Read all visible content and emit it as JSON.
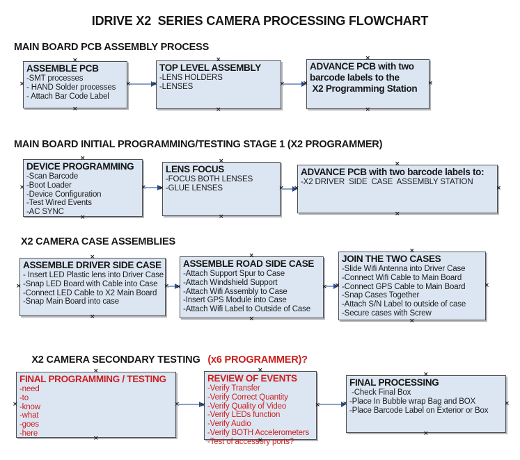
{
  "title": "IDRIVE X2  SERIES CAMERA PROCESSING FLOWCHART",
  "colors": {
    "box_fill": "#dce6f2",
    "box_border": "#4f4f4f",
    "red_text": "#cc1f1f",
    "connector_line": "#8aa0c4",
    "connector_arrowhead": "#2c4a8c"
  },
  "sections": [
    {
      "header": "MAIN BOARD PCB ASSEMBLY PROCESS",
      "boxes": [
        {
          "title": "ASSEMBLE PCB",
          "lines": [
            "-SMT processes",
            "- HAND Solder processes",
            "- Attach Bar Code Label"
          ]
        },
        {
          "title": "TOP LEVEL ASSEMBLY",
          "lines": [
            "-LENS HOLDERS",
            "-LENSES"
          ]
        },
        {
          "title": "ADVANCE PCB with two\nbarcode labels to the\n X2 Programming Station",
          "lines": []
        }
      ]
    },
    {
      "header": "MAIN BOARD INITIAL PROGRAMMING/TESTING STAGE 1 (X2 PROGRAMMER)",
      "boxes": [
        {
          "title": "DEVICE PROGRAMMING",
          "lines": [
            "-Scan Barcode",
            "-Boot Loader",
            "-Device Configuration",
            "-Test Wired Events",
            "-AC SYNC"
          ]
        },
        {
          "title": "LENS FOCUS",
          "lines": [
            "-FOCUS BOTH LENSES",
            "-GLUE LENSES"
          ]
        },
        {
          "title": "ADVANCE PCB with two barcode labels to:",
          "lines": [
            "-X2 DRIVER  SIDE  CASE  ASSEMBLY STATION"
          ]
        }
      ]
    },
    {
      "header": "X2 CAMERA CASE ASSEMBLIES",
      "boxes": [
        {
          "title": "ASSEMBLE DRIVER SIDE CASE",
          "lines": [
            "- Insert LED Plastic lens into Driver Case",
            "-Snap LED Board with Cable into Case",
            "-Connect LED Cable to X2 Main Board",
            "-Snap Main Board into case"
          ]
        },
        {
          "title": "ASSEMBLE ROAD SIDE CASE",
          "lines": [
            "-Attach Support Spur to Case",
            "-Attach Windshield Support",
            "-Attach Wifi Assembly to Case",
            "-Insert GPS Module into Case",
            "-Attach Wifi Label to Outside of Case"
          ]
        },
        {
          "title": "JOIN THE TWO CASES",
          "lines": [
            "-Slide Wifi Antenna into Driver Case",
            "-Connect Wifi Cable to Main Board",
            "-Connect GPS Cable to Main Board",
            "-Snap Cases Together",
            "-Attach S/N Label to outside of case",
            "-Secure cases with Screw"
          ]
        }
      ]
    },
    {
      "header": "X2 CAMERA SECONDARY TESTING ",
      "header_red": "(x6 PROGRAMMER)?",
      "boxes": [
        {
          "title": "FINAL PROGRAMMING / TESTING",
          "lines": [
            "-need",
            "-to",
            "-know",
            "-what",
            "-goes",
            "-here"
          ]
        },
        {
          "title": "REVIEW OF EVENTS",
          "lines": [
            "-Verify Transfer",
            "-Verify Correct Quantity",
            "-Verify Quality of Video",
            "-Verify LEDs function",
            "-Verify Audio",
            "-Verify BOTH Accelerometers",
            "-Test of accessory ports?"
          ]
        },
        {
          "title": "FINAL PROCESSING",
          "lines": [
            " -Check Final Box",
            "-Place In Bubble wrap Bag and BOX",
            "-Place Barcode Label on Exterior or Box"
          ]
        }
      ]
    }
  ]
}
